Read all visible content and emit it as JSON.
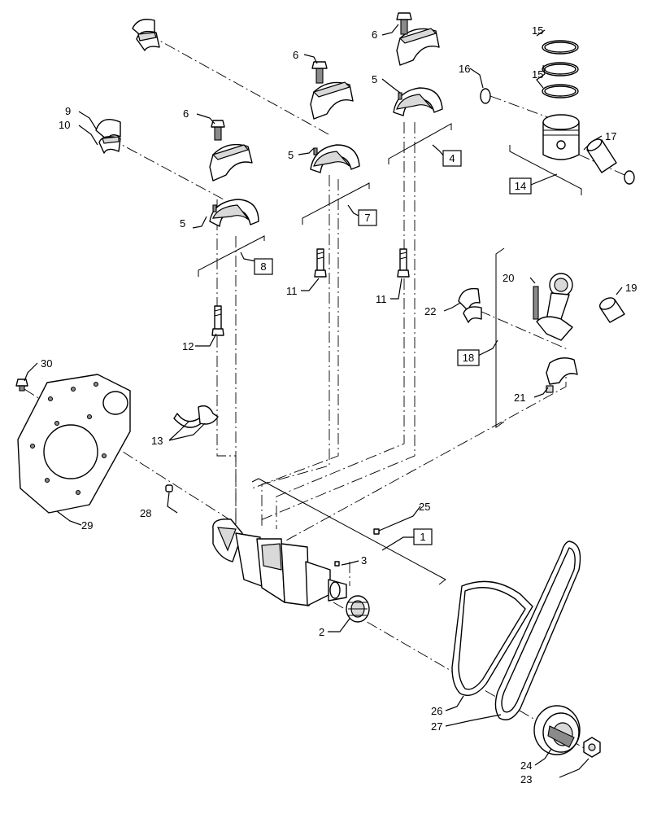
{
  "labels": {
    "l1": "1",
    "l2": "2",
    "l3": "3",
    "l4": "4",
    "l5a": "5",
    "l5b": "5",
    "l5c": "5",
    "l6a": "6",
    "l6b": "6",
    "l6c": "6",
    "l7": "7",
    "l8": "8",
    "l9": "9",
    "l10": "10",
    "l11a": "11",
    "l11b": "11",
    "l12": "12",
    "l13": "13",
    "l14": "14",
    "l15a": "15",
    "l15b": "15",
    "l16": "16",
    "l17": "17",
    "l18": "18",
    "l19": "19",
    "l20": "20",
    "l21": "21",
    "l22": "22",
    "l23": "23",
    "l24": "24",
    "l25": "25",
    "l26": "26",
    "l27": "27",
    "l28": "28",
    "l29": "29",
    "l30": "30"
  }
}
